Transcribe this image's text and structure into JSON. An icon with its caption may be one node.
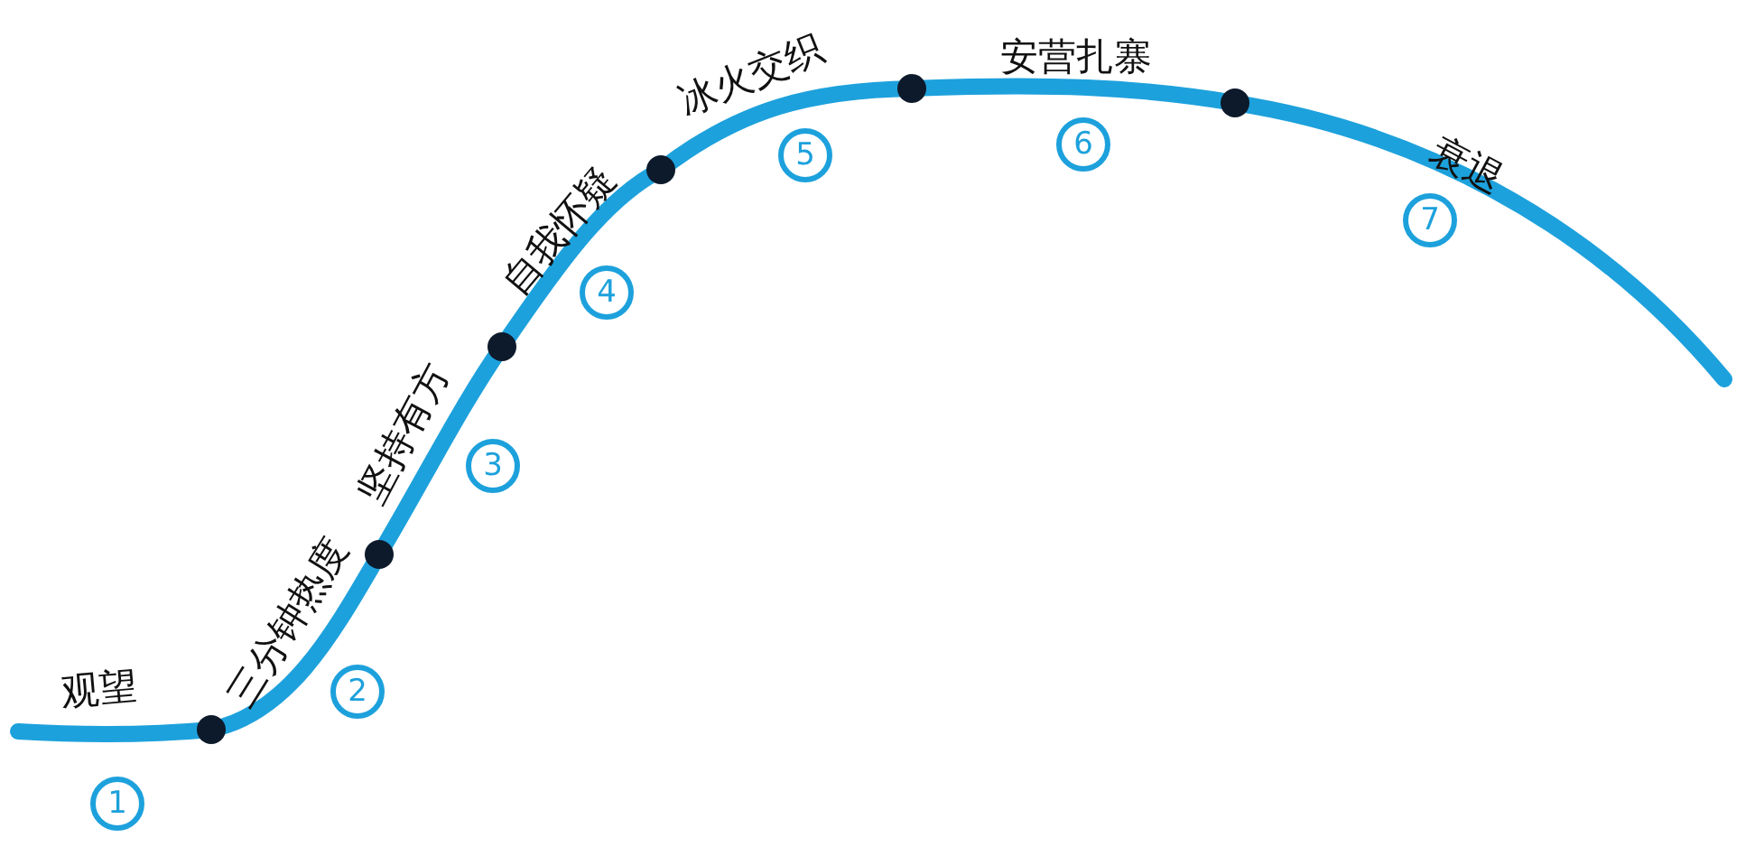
{
  "diagram": {
    "labels": [
      "观望",
      "1",
      "三分钟热度",
      "2",
      "坚持有方",
      "3",
      "自我怀疑",
      "4",
      "冰火交织",
      "5",
      "安营扎寨",
      "6",
      "衰退",
      "7"
    ]
  }
}
